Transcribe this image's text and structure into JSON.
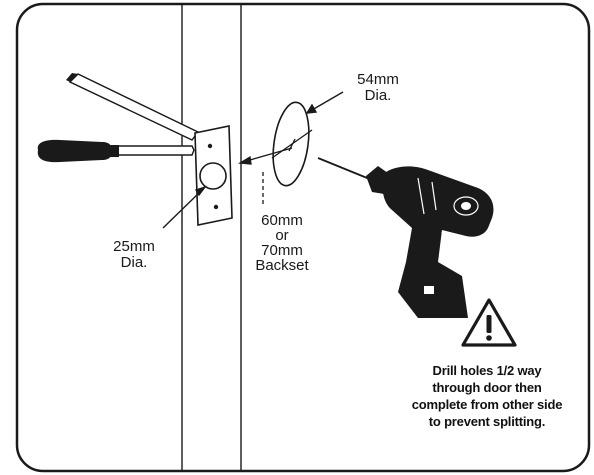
{
  "labels": {
    "hole_large": {
      "size": "54mm",
      "unit": "Dia."
    },
    "hole_small": {
      "size": "25mm",
      "unit": "Dia."
    },
    "backset": {
      "line1": "60mm",
      "line2": "or",
      "line3": "70mm",
      "line4": "Backset"
    }
  },
  "warning": {
    "icon": "warning-triangle-icon",
    "lines": [
      "Drill holes 1/2 way",
      "through door then",
      "complete from other side",
      "to prevent splitting."
    ]
  }
}
